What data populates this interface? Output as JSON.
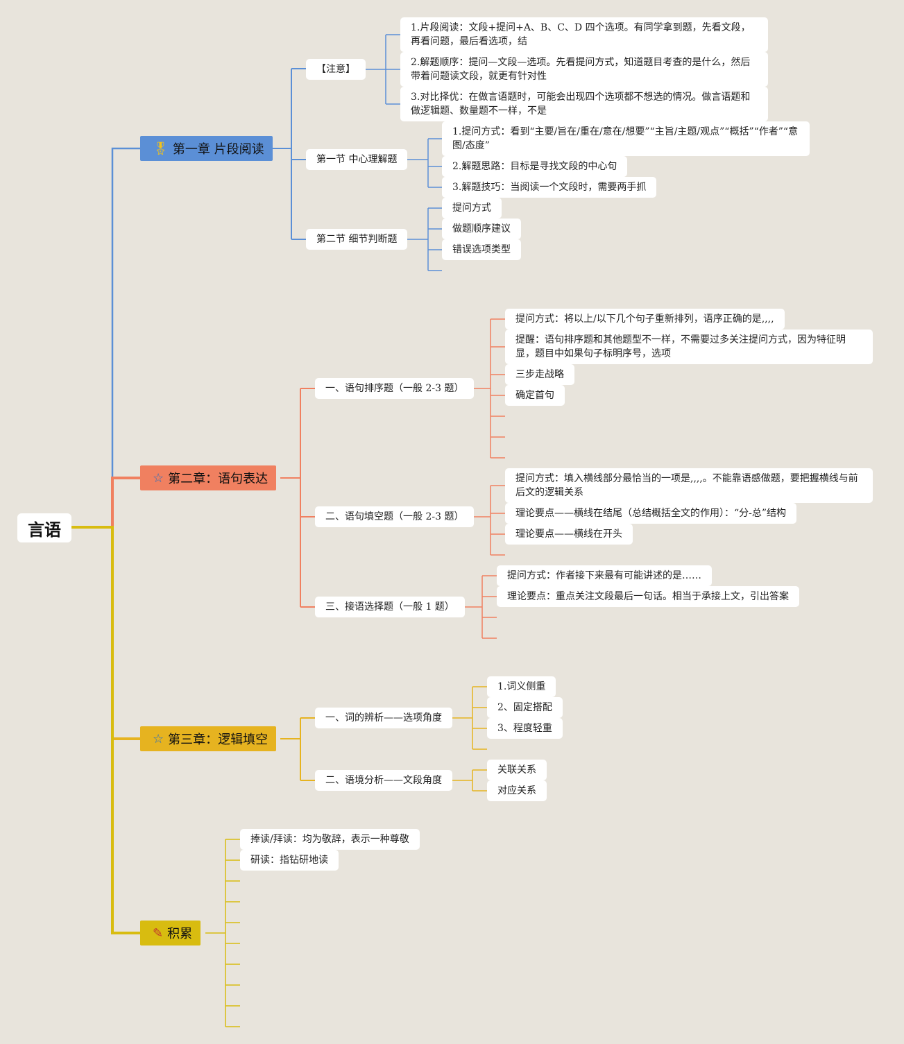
{
  "root": "言语",
  "colors": {
    "blue": "#5b8fd6",
    "orange": "#f08060",
    "yellow": "#e6b320",
    "olive": "#d8bc10"
  },
  "ch1": {
    "title": "第一章 片段阅读",
    "icon": "award-icon",
    "zhuyi": {
      "title": "【注意】",
      "items": [
        "1.片段阅读：文段+提问+A、B、C、D 四个选项。有同学拿到题，先看文段，再看问题，最后看选项，结",
        "2.解题顺序：提问—文段—选项。先看提问方式，知道题目考查的是什么，然后带着问题读文段，就更有针对性",
        "3.对比择优：在做言语题时，可能会出现四个选项都不想选的情况。做言语题和做逻辑题、数量题不一样，不是"
      ]
    },
    "s1": {
      "title": "第一节 中心理解题",
      "items": [
        "1.提问方式：看到“主要/旨在/重在/意在/想要”“主旨/主题/观点”“概括”“作者”“意图/态度”",
        "2.解题思路：目标是寻找文段的中心句",
        "3.解题技巧：当阅读一个文段时，需要两手抓"
      ]
    },
    "s2": {
      "title": "第二节 细节判断题",
      "items": [
        "提问方式",
        "做题顺序建议",
        "错误选项类型"
      ]
    }
  },
  "ch2": {
    "title": "第二章：语句表达",
    "icon": "star-icon",
    "s1": {
      "title": "一、语句排序题（一般 2-3 题）",
      "items": [
        "提问方式：将以上/以下几个句子重新排列，语序正确的是,,,,",
        "提醒：语句排序题和其他题型不一样，不需要过多关注提问方式，因为特征明显，题目中如果句子标明序号，选项",
        "三步走战略",
        "确定首句"
      ]
    },
    "s2": {
      "title": "二、语句填空题（一般 2-3 题）",
      "items": [
        "提问方式：填入横线部分最恰当的一项是,,,,。不能靠语感做题，要把握横线与前后文的逻辑关系",
        "理论要点——横线在结尾（总结概括全文的作用）：“分-总”结构",
        "理论要点——横线在开头"
      ]
    },
    "s3": {
      "title": "三、接语选择题（一般 1 题）",
      "items": [
        "提问方式：作者接下来最有可能讲述的是……",
        "理论要点：重点关注文段最后一句话。相当于承接上文，引出答案"
      ]
    }
  },
  "ch3": {
    "title": "第三章：逻辑填空",
    "icon": "star-icon",
    "s1": {
      "title": "一、词的辨析——选项角度",
      "items": [
        "1.词义侧重",
        "2、固定搭配",
        "3、程度轻重"
      ]
    },
    "s2": {
      "title": "二、语境分析——文段角度",
      "items": [
        "关联关系",
        "对应关系"
      ]
    }
  },
  "ch4": {
    "title": "积累",
    "icon": "pen-icon",
    "items": [
      "捧读/拜读：均为敬辞，表示一种尊敬",
      "研读：指钻研地读"
    ]
  }
}
